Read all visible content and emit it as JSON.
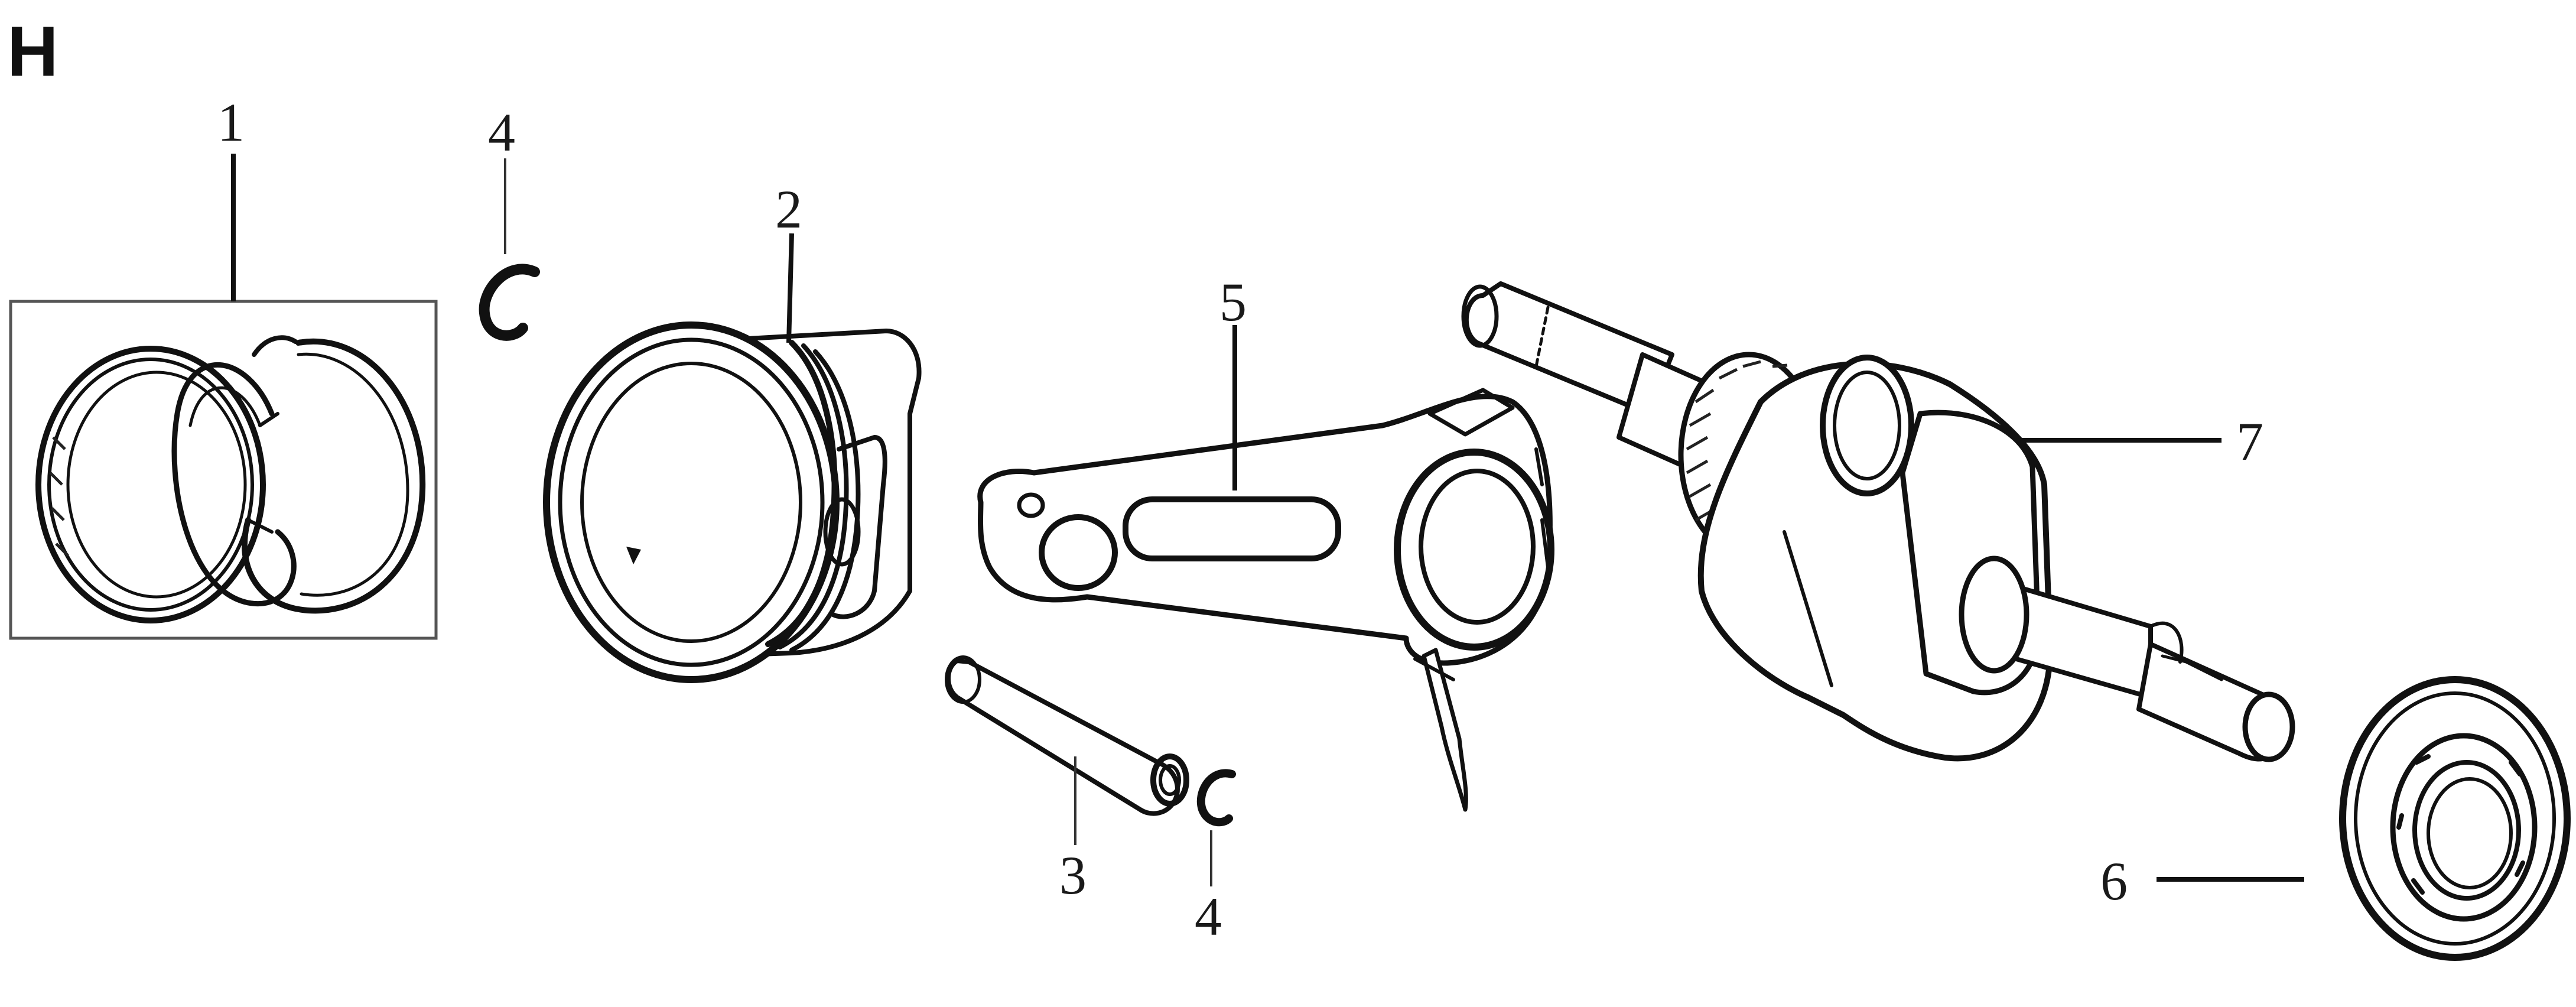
{
  "diagram": {
    "section_letter": "H",
    "callouts": [
      {
        "id": "1",
        "label": "1"
      },
      {
        "id": "2",
        "label": "2"
      },
      {
        "id": "3",
        "label": "3"
      },
      {
        "id": "4a",
        "label": "4"
      },
      {
        "id": "4b",
        "label": "4"
      },
      {
        "id": "5",
        "label": "5"
      },
      {
        "id": "6",
        "label": "6"
      },
      {
        "id": "7",
        "label": "7"
      }
    ],
    "colors": {
      "ink": "#111111",
      "background": "#ffffff",
      "box": "#555555"
    }
  }
}
